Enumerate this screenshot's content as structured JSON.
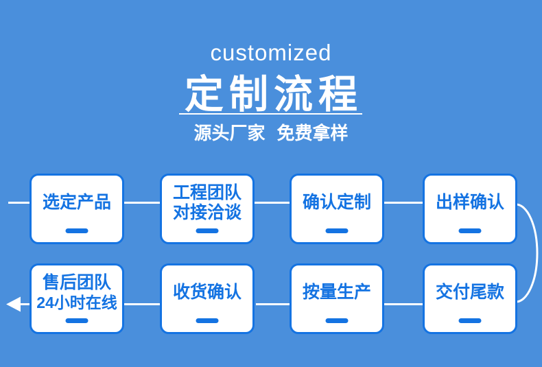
{
  "theme": {
    "background_blue": "#4a8fdc",
    "accent_blue": "#1473e2",
    "line_white": "#ffffff"
  },
  "header": {
    "eyebrow": "customized",
    "title": "定制流程",
    "subtitle_left": "源头厂家",
    "subtitle_right": "免费拿样"
  },
  "flow": {
    "steps": [
      {
        "line1": "选定产品"
      },
      {
        "line1": "工程团队",
        "line2": "对接洽谈"
      },
      {
        "line1": "确认定制"
      },
      {
        "line1": "出样确认"
      },
      {
        "line1": "售后团队",
        "line2": "24小时在线"
      },
      {
        "line1": "收货确认"
      },
      {
        "line1": "按量生产"
      },
      {
        "line1": "交付尾款"
      }
    ]
  }
}
